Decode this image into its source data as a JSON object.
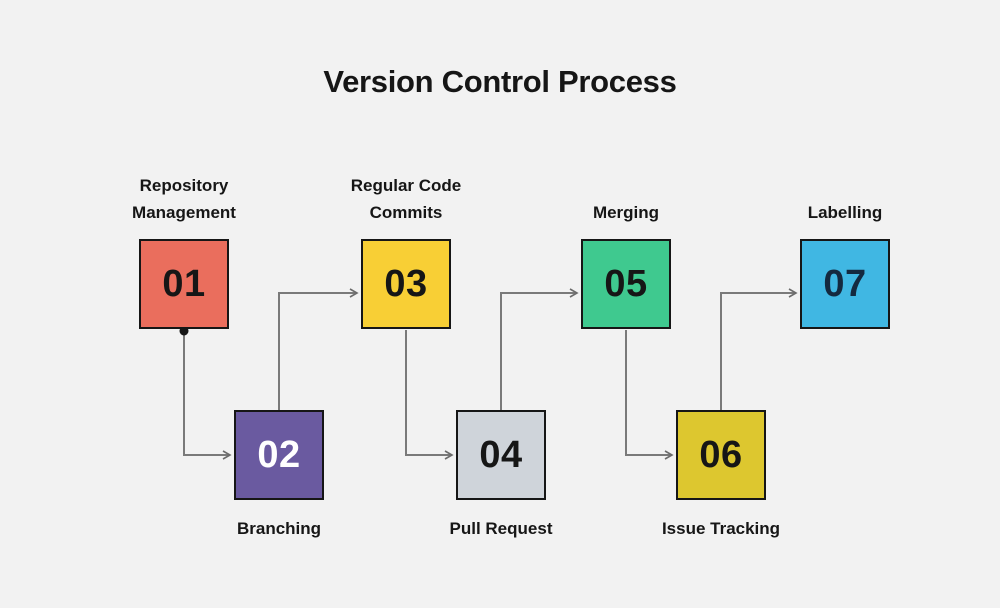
{
  "title": "Version Control Process",
  "background": "#f2f2f2",
  "connector_color": "#7a7a7a",
  "steps": [
    {
      "number": "01",
      "label": "Repository Management",
      "color": "#ea6e5d",
      "number_color": "#161616",
      "label_position": "above"
    },
    {
      "number": "02",
      "label": "Branching",
      "color": "#6a5aa0",
      "number_color": "#ffffff",
      "label_position": "below"
    },
    {
      "number": "03",
      "label": "Regular Code Commits",
      "color": "#f8cf35",
      "number_color": "#161616",
      "label_position": "above"
    },
    {
      "number": "04",
      "label": "Pull Request",
      "color": "#cfd4da",
      "number_color": "#161616",
      "label_position": "below"
    },
    {
      "number": "05",
      "label": "Merging",
      "color": "#3fc98f",
      "number_color": "#161616",
      "label_position": "above"
    },
    {
      "number": "06",
      "label": "Issue Tracking",
      "color": "#ddc72f",
      "number_color": "#161616",
      "label_position": "below"
    },
    {
      "number": "07",
      "label": "Labelling",
      "color": "#40b7e3",
      "number_color": "#14293f",
      "label_position": "above"
    }
  ]
}
